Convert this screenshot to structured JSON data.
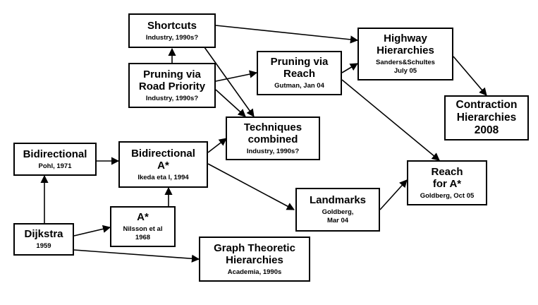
{
  "nodes": [
    {
      "id": "shortcuts",
      "title": "Shortcuts",
      "subtitle": "Industry, 1990s?"
    },
    {
      "id": "pruning-road",
      "title": "Pruning via\nRoad Priority",
      "subtitle": "Industry, 1990s?"
    },
    {
      "id": "pruning-reach",
      "title": "Pruning via\nReach",
      "subtitle": "Gutman, Jan 04"
    },
    {
      "id": "highway",
      "title": "Highway\nHierarchies",
      "subtitle": "Sanders&Schultes\nJuly 05"
    },
    {
      "id": "contraction",
      "title": "Contraction\nHierarchies\n2008",
      "subtitle": ""
    },
    {
      "id": "techniques",
      "title": "Techniques\ncombined",
      "subtitle": "Industry, 1990s?"
    },
    {
      "id": "bidirectional",
      "title": "Bidirectional",
      "subtitle": "Pohl, 1971"
    },
    {
      "id": "bidir-astar",
      "title": "Bidirectional\nA*",
      "subtitle": "Ikeda eta l, 1994"
    },
    {
      "id": "reach-astar",
      "title": "Reach\nfor A*",
      "subtitle": "Goldberg, Oct 05"
    },
    {
      "id": "landmarks",
      "title": "Landmarks",
      "subtitle": "Goldberg,\nMar 04"
    },
    {
      "id": "astar",
      "title": "A*",
      "subtitle": "Nilsson  et al\n1968"
    },
    {
      "id": "dijkstra",
      "title": "Dijkstra",
      "subtitle": "1959"
    },
    {
      "id": "graph-theoretic",
      "title": "Graph Theoretic\nHierarchies",
      "subtitle": "Academia, 1990s"
    }
  ],
  "edges": [
    {
      "from": "dijkstra",
      "to": "bidirectional"
    },
    {
      "from": "dijkstra",
      "to": "astar"
    },
    {
      "from": "dijkstra",
      "to": "graph-theoretic"
    },
    {
      "from": "bidirectional",
      "to": "bidir-astar"
    },
    {
      "from": "astar",
      "to": "bidir-astar"
    },
    {
      "from": "bidir-astar",
      "to": "techniques"
    },
    {
      "from": "bidir-astar",
      "to": "landmarks"
    },
    {
      "from": "landmarks",
      "to": "reach-astar"
    },
    {
      "from": "pruning-road",
      "to": "shortcuts"
    },
    {
      "from": "pruning-road",
      "to": "pruning-reach"
    },
    {
      "from": "pruning-road",
      "to": "techniques"
    },
    {
      "from": "shortcuts",
      "to": "techniques"
    },
    {
      "from": "shortcuts",
      "to": "highway"
    },
    {
      "from": "pruning-reach",
      "to": "highway"
    },
    {
      "from": "pruning-reach",
      "to": "reach-astar"
    },
    {
      "from": "highway",
      "to": "contraction"
    }
  ]
}
